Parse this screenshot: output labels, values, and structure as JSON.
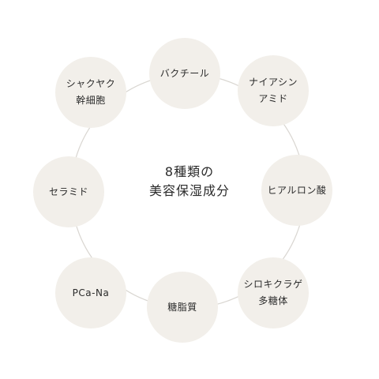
{
  "center": {
    "line1": "8種類の",
    "line2": "美容保湿成分"
  },
  "ingredients": [
    {
      "line1": "バクチール",
      "line2": ""
    },
    {
      "line1": "ナイアシン",
      "line2": "アミド"
    },
    {
      "line1": "ヒアルロン酸",
      "line2": ""
    },
    {
      "line1": "シロキクラゲ",
      "line2": "多糖体"
    },
    {
      "line1": "糖脂質",
      "line2": ""
    },
    {
      "line1": "PCa-Na",
      "line2": ""
    },
    {
      "line1": "セラミド",
      "line2": ""
    },
    {
      "line1": "シャクヤク",
      "line2": "幹細胞"
    }
  ],
  "colors": {
    "node_fill": "#f2efea",
    "ring_stroke": "#d9d6d1",
    "text": "#2b2b2b"
  }
}
